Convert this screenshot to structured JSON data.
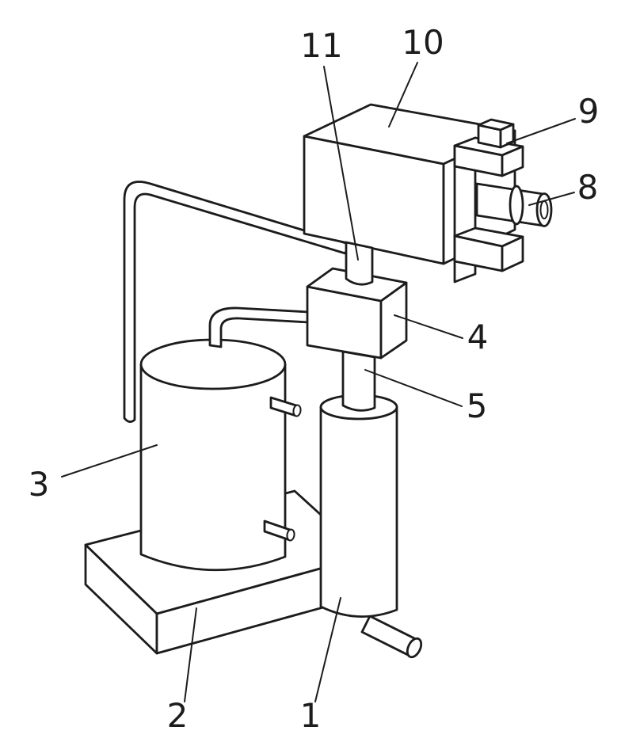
{
  "figure": {
    "figure_type": "patent-style technical line drawing",
    "background_color": "#ffffff",
    "line_color": "#1c1c1c"
  },
  "callouts": {
    "n1": "1",
    "n2": "2",
    "n3": "3",
    "n4": "4",
    "n5": "5",
    "n8": "8",
    "n9": "9",
    "n10": "10",
    "n11": "11"
  }
}
